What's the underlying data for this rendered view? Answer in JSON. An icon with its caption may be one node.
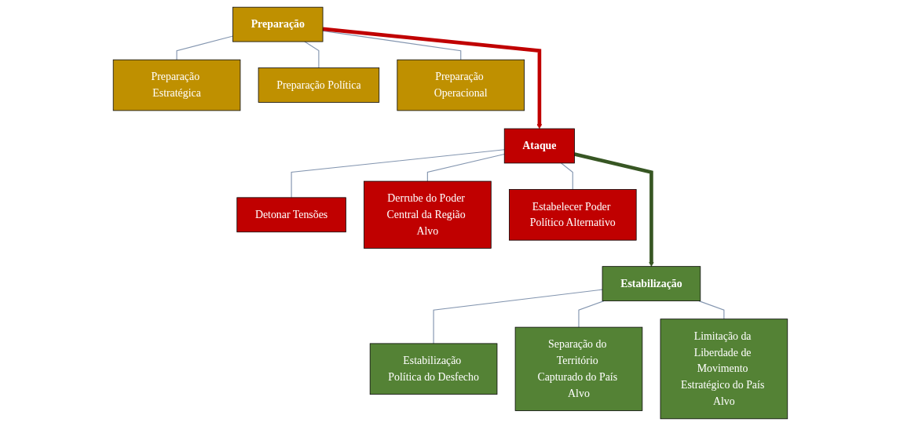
{
  "diagram": {
    "nodes": [
      {
        "text": [
          "Preparação"
        ]
      },
      {
        "text": [
          "Preparação Estratégica"
        ]
      },
      {
        "text": [
          "Preparação Política"
        ]
      },
      {
        "text": [
          "Preparação Operacional"
        ]
      },
      {
        "text": [
          "Ataque"
        ]
      },
      {
        "text": [
          "Detonar Tensões"
        ]
      },
      {
        "text": [
          "Derrube do Poder Central da Região Alvo"
        ]
      },
      {
        "text": [
          "Estabelecer Poder Político Alternativo"
        ]
      },
      {
        "text": [
          "Estabilização"
        ]
      },
      {
        "text": [
          "Estabilização Política do Desfecho"
        ]
      },
      {
        "text": [
          "Separação do Território Capturado do País Alvo"
        ]
      },
      {
        "text": [
          "Limitação da Liberdade de Movimento Estratégico do País Alvo"
        ]
      }
    ],
    "edges": [
      {
        "from": 0,
        "to": 1,
        "arrow": "none"
      },
      {
        "from": 0,
        "to": 2,
        "arrow": "none"
      },
      {
        "from": 0,
        "to": 3,
        "arrow": "none"
      },
      {
        "from": 0,
        "to": 4,
        "arrow": "to",
        "style": "thick",
        "color": "#c00000"
      },
      {
        "from": 4,
        "to": 5,
        "arrow": "none"
      },
      {
        "from": 4,
        "to": 6,
        "arrow": "none"
      },
      {
        "from": 4,
        "to": 7,
        "arrow": "none"
      },
      {
        "from": 4,
        "to": 8,
        "arrow": "to",
        "style": "thick",
        "color": "#375623"
      },
      {
        "from": 8,
        "to": 9,
        "arrow": "none"
      },
      {
        "from": 8,
        "to": 10,
        "arrow": "none"
      },
      {
        "from": 8,
        "to": 11,
        "arrow": "none"
      }
    ]
  }
}
